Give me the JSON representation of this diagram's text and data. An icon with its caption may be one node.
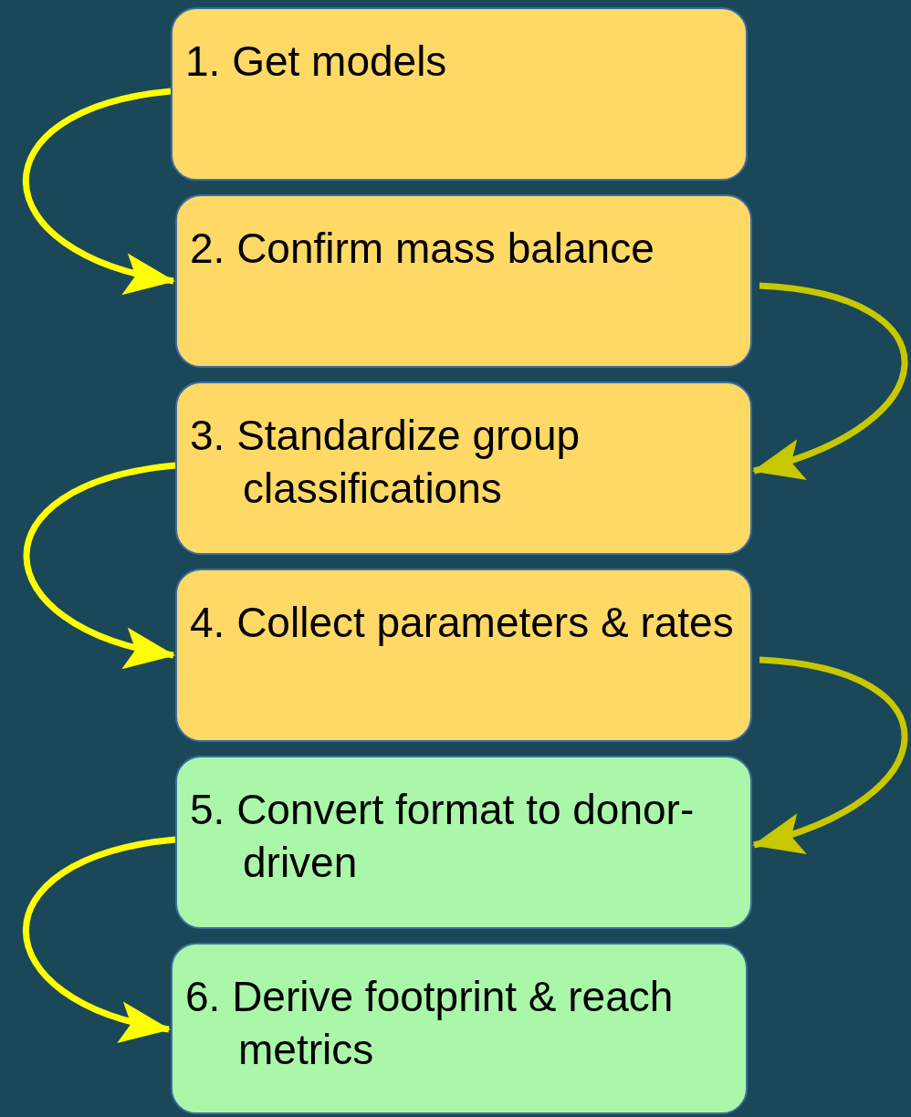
{
  "diagram": {
    "nodes": [
      {
        "text": [
          "1. Get models"
        ]
      },
      {
        "text": [
          "2. Confirm mass balance"
        ]
      },
      {
        "text": [
          "3. Standardize group classifications"
        ]
      },
      {
        "text": [
          "4. Collect parameters & rates"
        ]
      },
      {
        "text": [
          "5. Convert format to donor-driven"
        ]
      },
      {
        "text": [
          "6. Derive footprint & reach metrics"
        ]
      }
    ],
    "edges": [
      {
        "from": 0,
        "to": 1,
        "arrow": "to"
      },
      {
        "from": 1,
        "to": 2,
        "arrow": "to",
        "color": "#c8c800"
      },
      {
        "from": 2,
        "to": 3,
        "arrow": "to"
      },
      {
        "from": 3,
        "to": 4,
        "arrow": "to",
        "color": "#c8c800"
      },
      {
        "from": 4,
        "to": 5,
        "arrow": "to"
      }
    ]
  }
}
